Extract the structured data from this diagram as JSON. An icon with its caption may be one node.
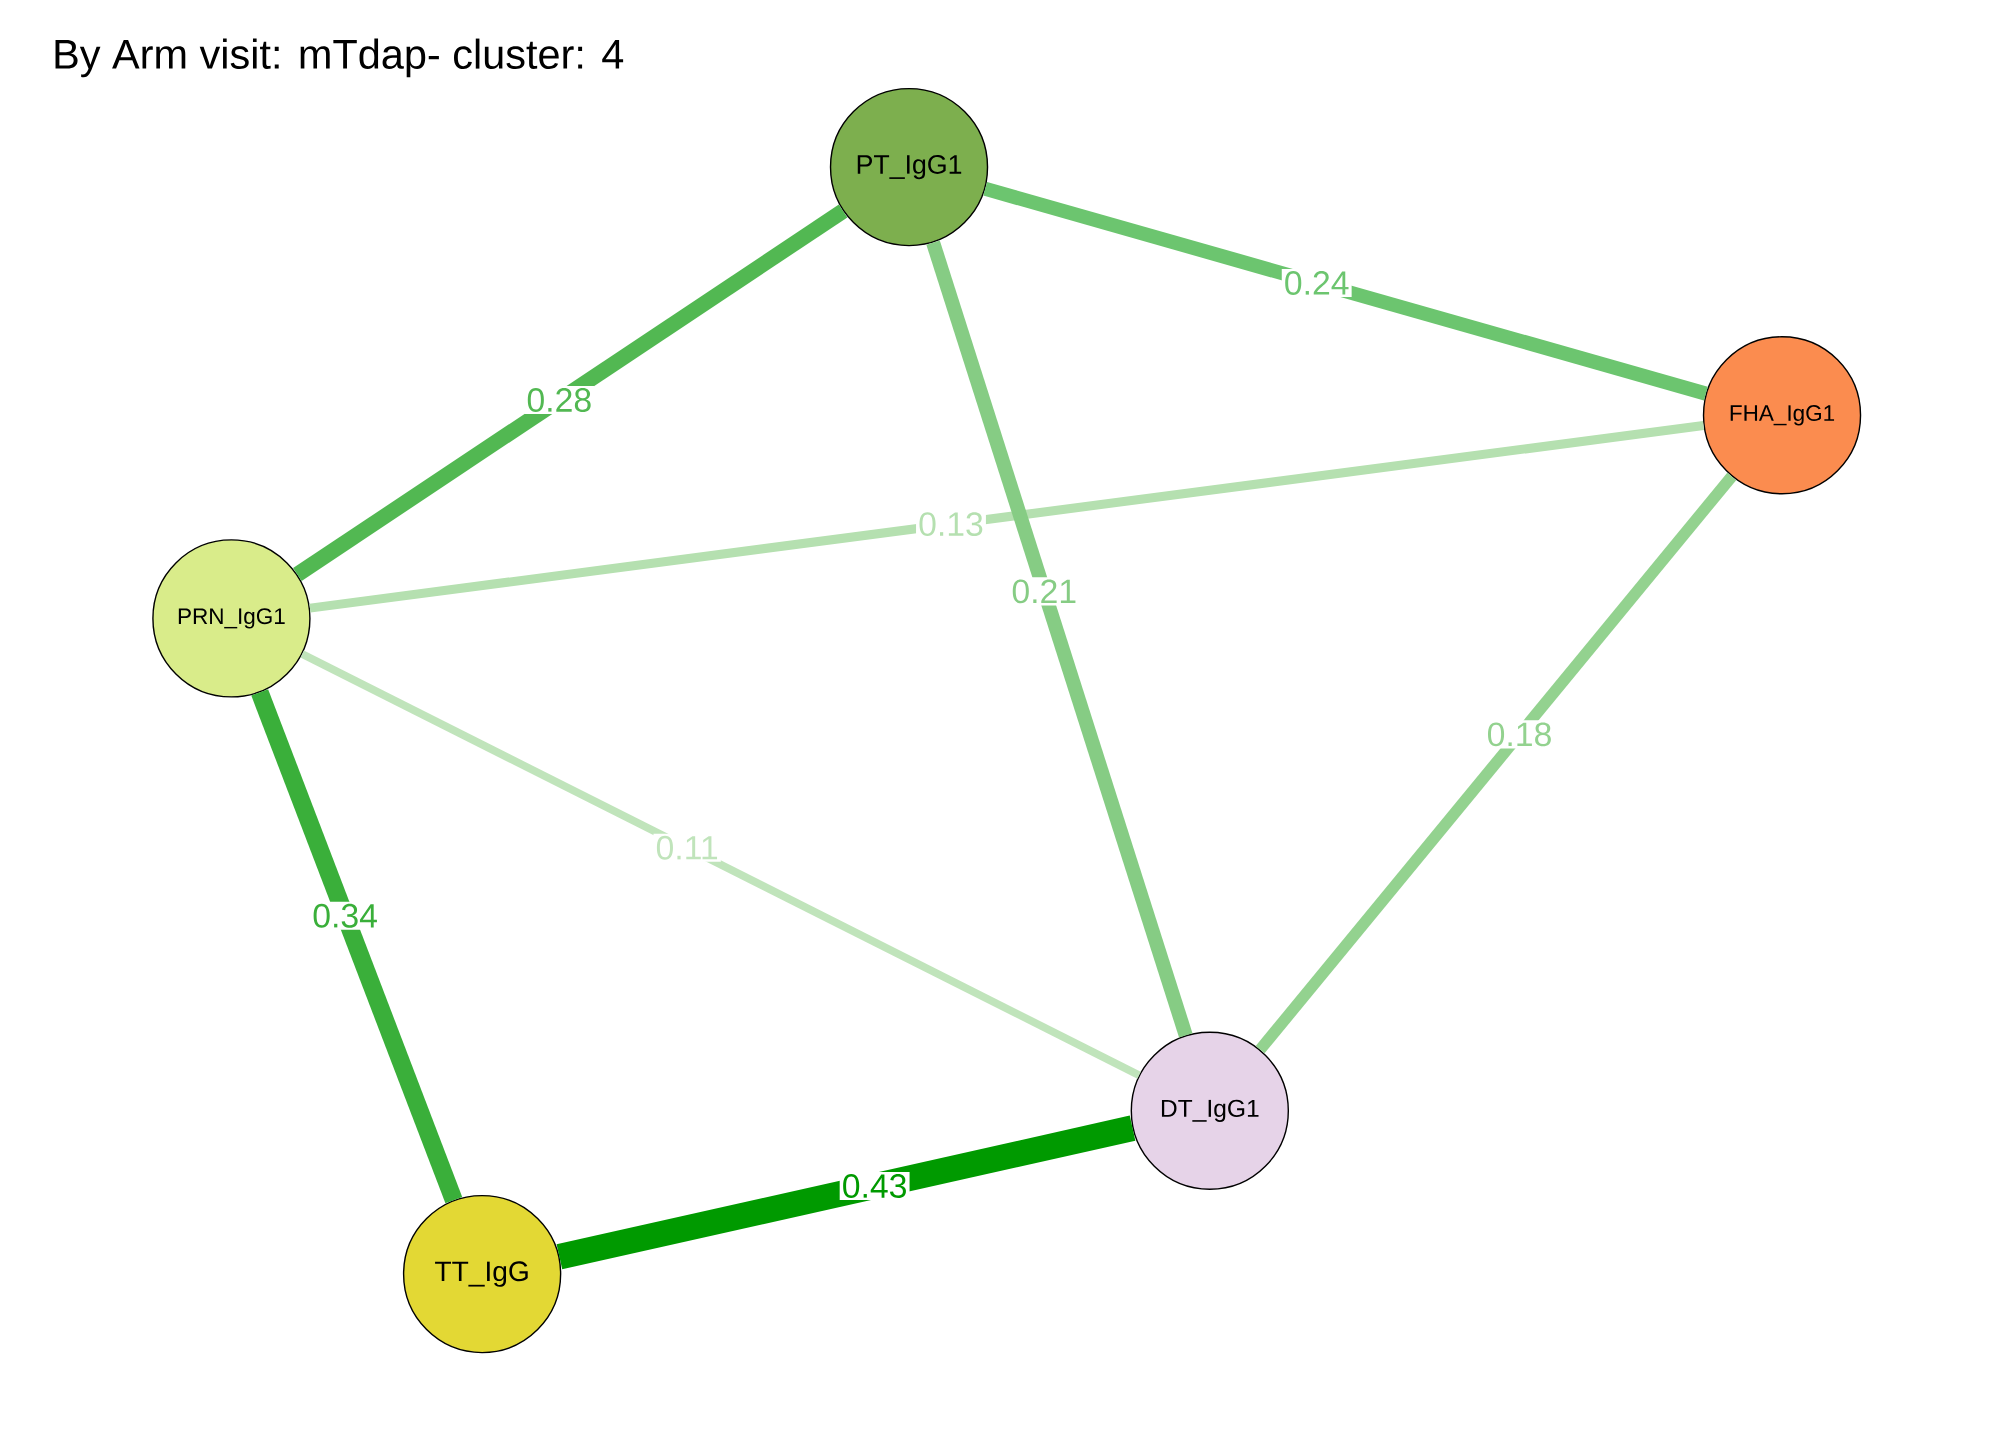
{
  "diagram": {
    "title": "By Arm visit: mTdap- cluster: 4",
    "nodes": [
      {
        "text": [
          "PT_IgG1"
        ]
      },
      {
        "text": [
          "FHA_IgG1"
        ]
      },
      {
        "text": [
          "PRN_IgG1"
        ]
      },
      {
        "text": [
          "DT_IgG1"
        ]
      },
      {
        "text": [
          "TT_IgG"
        ]
      }
    ],
    "edges": [
      {
        "from": 0,
        "to": 2,
        "arrow": "none",
        "label": "0.28",
        "color": "#52b852"
      },
      {
        "from": 0,
        "to": 1,
        "arrow": "none",
        "label": "0.24",
        "color": "#6cc56f"
      },
      {
        "from": 2,
        "to": 1,
        "arrow": "none",
        "label": "0.13",
        "color": "#b5e0b0"
      },
      {
        "from": 0,
        "to": 3,
        "arrow": "none",
        "label": "0.21",
        "color": "#86cc84"
      },
      {
        "from": 1,
        "to": 3,
        "arrow": "none",
        "label": "0.18",
        "color": "#93d28f"
      },
      {
        "from": 2,
        "to": 3,
        "arrow": "none",
        "label": "0.11",
        "color": "#c0e4bb"
      },
      {
        "from": 2,
        "to": 4,
        "arrow": "none",
        "label": "0.34",
        "color": "#3aaf3a"
      },
      {
        "from": 4,
        "to": 3,
        "arrow": "none",
        "label": "0.43",
        "color": "#009a00",
        "style": "thick"
      }
    ]
  }
}
